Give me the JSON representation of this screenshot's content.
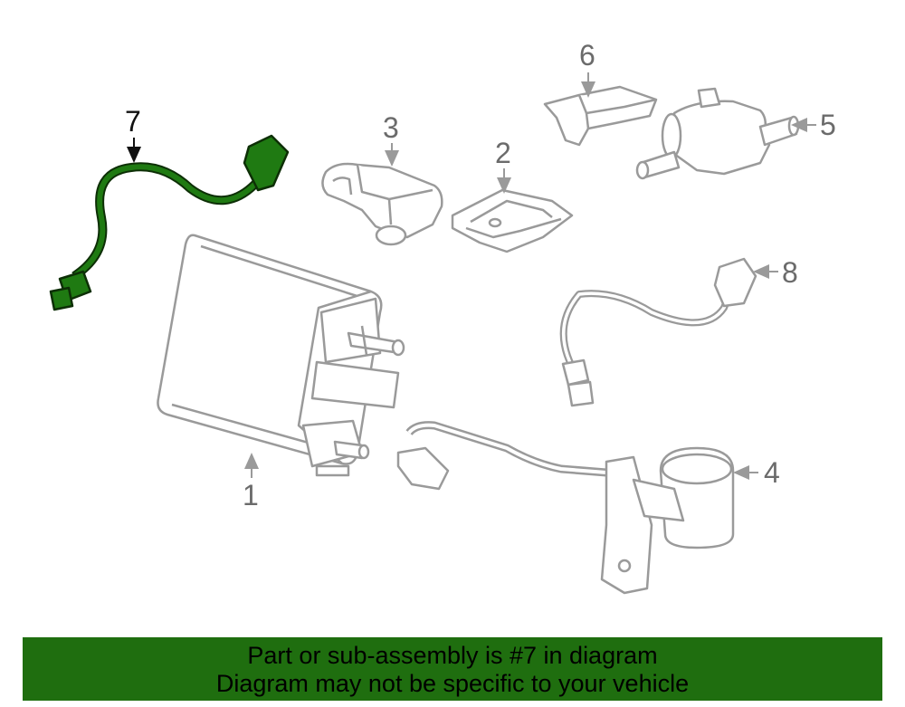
{
  "diagram": {
    "callouts": [
      {
        "id": "1",
        "label": "1"
      },
      {
        "id": "2",
        "label": "2"
      },
      {
        "id": "3",
        "label": "3"
      },
      {
        "id": "4",
        "label": "4"
      },
      {
        "id": "5",
        "label": "5"
      },
      {
        "id": "6",
        "label": "6"
      },
      {
        "id": "7",
        "label": "7"
      },
      {
        "id": "8",
        "label": "8"
      }
    ],
    "colors": {
      "line": "#9a9a9a",
      "highlight_fill": "#1f7a12",
      "highlight_stroke": "#0d2f06",
      "callout_text": "#6b6b6b",
      "callout_highlight_text": "#111111"
    }
  },
  "banner": {
    "line1": "Part or sub-assembly is #7 in diagram",
    "line2": "Diagram may not be specific to your vehicle",
    "background": "#1f6e0f"
  }
}
